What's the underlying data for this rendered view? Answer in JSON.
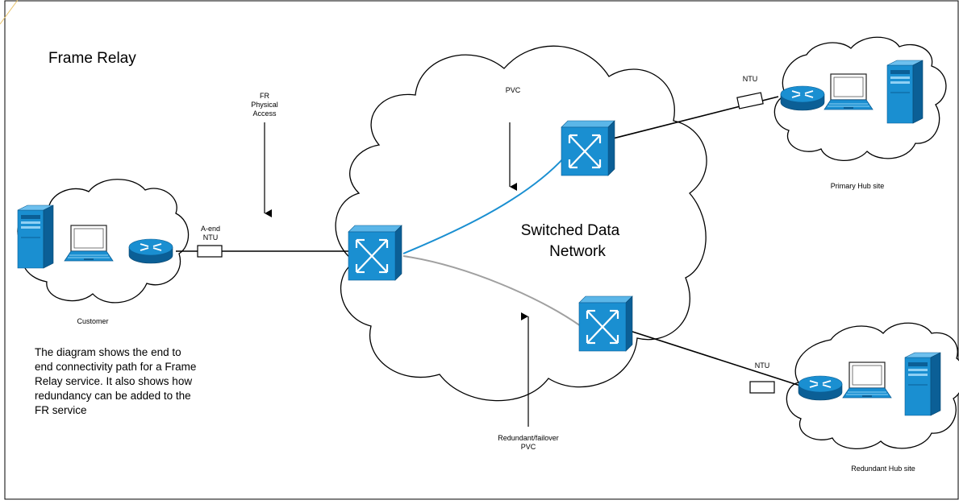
{
  "title": "Frame Relay",
  "network_label": [
    "Switched Data",
    "Network"
  ],
  "labels": {
    "fr_access": [
      "FR",
      "Physical",
      "Access"
    ],
    "pvc": "PVC",
    "a_end_ntu": [
      "A-end",
      "NTU"
    ],
    "customer": "Customer",
    "ntu_primary": "NTU",
    "primary_site": "Primary Hub site",
    "ntu_redundant": "NTU",
    "redundant_site": "Redundant Hub site",
    "redundant_pvc": [
      "Redundant/failover",
      "PVC"
    ]
  },
  "description": [
    "The diagram shows the end to",
    "end connectivity path for a Frame",
    "Relay service. It also shows how",
    "redundancy can be added to the",
    "FR service"
  ],
  "colors": {
    "device_blue": "#1a8fd1",
    "device_dark": "#0b5f96",
    "pvc_primary": "#1a8fd1",
    "pvc_redundant": "#a0a0a0",
    "border": "#000000"
  },
  "icons": [
    "server-icon",
    "laptop-icon",
    "router-icon",
    "switch-icon",
    "ntu-icon",
    "cloud-icon"
  ]
}
